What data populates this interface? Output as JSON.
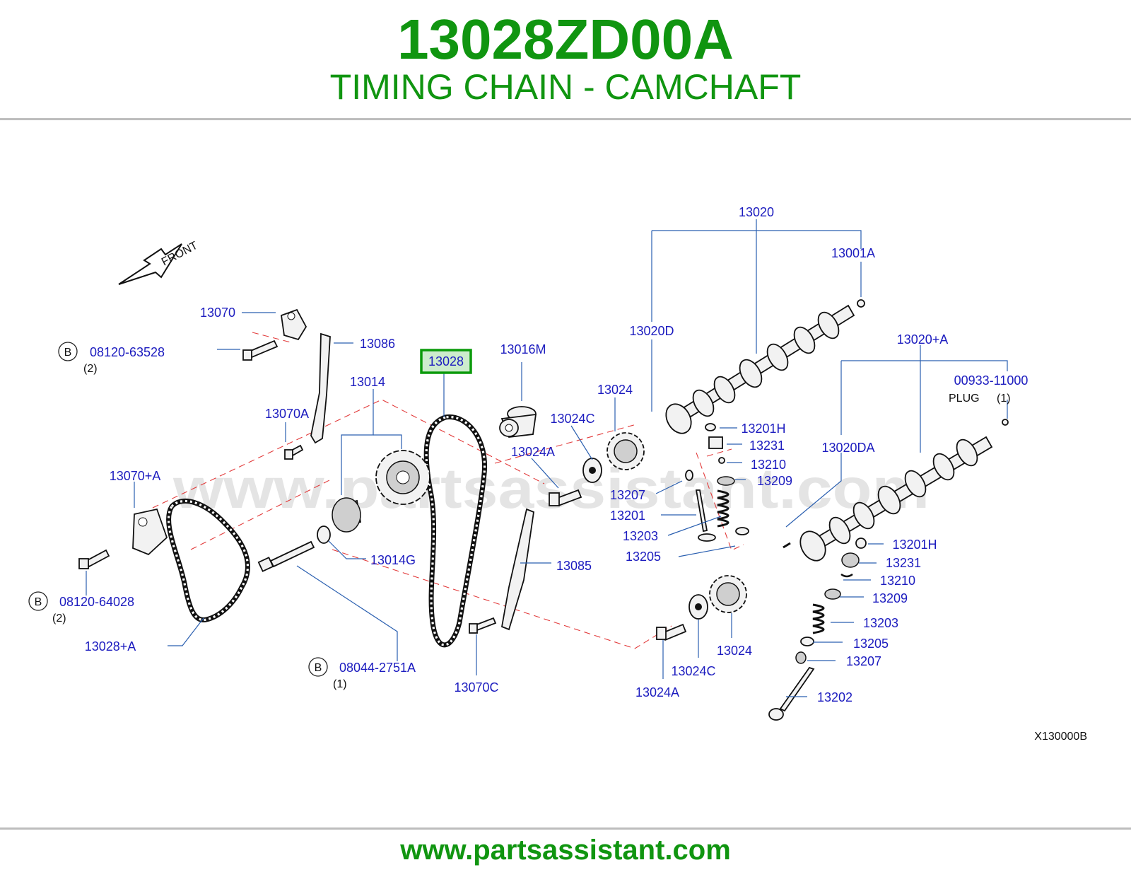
{
  "header": {
    "part_number": "13028ZD00A",
    "title": "TIMING CHAIN - CAMCHAFT"
  },
  "diagram": {
    "front_label": "FRONT",
    "watermark": "www.partsassistant.com",
    "code": "X130000B",
    "highlight_color": "#0a9a0a",
    "label_color": "#1c1cbf",
    "callouts": {
      "c13020": "13020",
      "c13001A": "13001A",
      "c13020D": "13020D",
      "c13020pA": "13020+A",
      "c00933": "00933-11000",
      "plug": "PLUG",
      "plug_qty": "(1)",
      "c13020DA": "13020DA",
      "c13070": "13070",
      "c08120a": "08120-63528",
      "c08120a_qty": "(2)",
      "c13086": "13086",
      "c13028": "13028",
      "c13016M": "13016M",
      "c13014": "13014",
      "c13070A": "13070A",
      "c13024_top": "13024",
      "c13024C_top": "13024C",
      "c13024A_top": "13024A",
      "c13201H_top": "13201H",
      "c13231_top": "13231",
      "c13210_top": "13210",
      "c13209_top": "13209",
      "c13207_top": "13207",
      "c13201": "13201",
      "c13203_top": "13203",
      "c13205_top": "13205",
      "c13070pA": "13070+A",
      "c13014G": "13014G",
      "c13085": "13085",
      "c08120b": "08120-64028",
      "c08120b_qty": "(2)",
      "c13028pA": "13028+A",
      "c08044": "08044-2751A",
      "c08044_qty": "(1)",
      "c13070C": "13070C",
      "c13024A_bot": "13024A",
      "c13024C_bot": "13024C",
      "c13024_bot": "13024",
      "c13201H_bot": "13201H",
      "c13231_bot": "13231",
      "c13210_bot": "13210",
      "c13209_bot": "13209",
      "c13203_bot": "13203",
      "c13205_bot": "13205",
      "c13207_bot": "13207",
      "c13202": "13202",
      "bolt_marker": "B"
    }
  },
  "footer": {
    "url": "www.partsassistant.com"
  }
}
